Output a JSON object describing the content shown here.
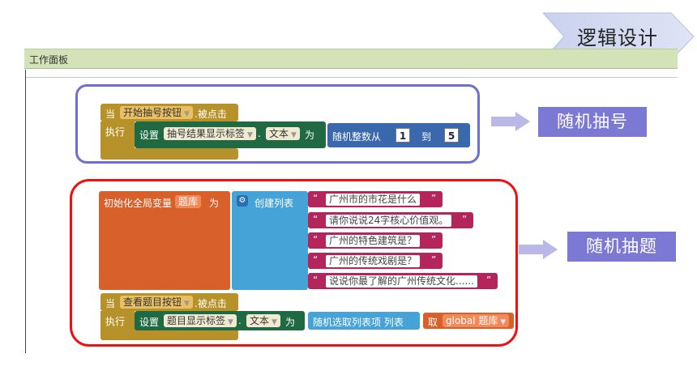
{
  "slide": {
    "title": "逻辑设计"
  },
  "workspace": {
    "title": "工作面板"
  },
  "block1": {
    "when": "当",
    "button_name": "开始抽号按钮",
    "event": ".被点击",
    "do": "执行",
    "set": "设置",
    "target": "抽号结果显示标签",
    "dot": ".",
    "property": "文本",
    "to": "为",
    "random_label": "随机整数从",
    "from": "1",
    "to_word": "到",
    "to_value": "5"
  },
  "block2": {
    "init_label": "初始化全局变量",
    "var_name": "题库",
    "as": "为",
    "create_list": "创建列表",
    "items": [
      "广州市的市花是什么",
      "请你说说24字核心价值观。",
      "广州的特色建筑是？",
      "广州的传统戏剧是？",
      "说说你最了解的广州传统文化......"
    ],
    "quote_open": "“",
    "quote_close": "”"
  },
  "block3": {
    "when": "当",
    "button_name": "查看题目按钮",
    "event": ".被点击",
    "do": "执行",
    "set": "设置",
    "target": "题目显示标签",
    "dot": ".",
    "property": "文本",
    "to": "为",
    "pick_label": "随机选取列表项  列表",
    "get": "取",
    "global_var": "global 题库"
  },
  "callouts": {
    "random_number": "随机抽号",
    "random_question": "随机抽题"
  },
  "colors": {
    "event_gold": "#b7922b",
    "setter_green": "#1f6a43",
    "math_blue": "#3968ad",
    "var_orange": "#d8602a",
    "list_sky": "#46a3d8",
    "text_magenta": "#b4265b",
    "callout_purple": "#7b79d4",
    "outline_purple": "#6f6fd0",
    "outline_red": "#ee1111"
  }
}
